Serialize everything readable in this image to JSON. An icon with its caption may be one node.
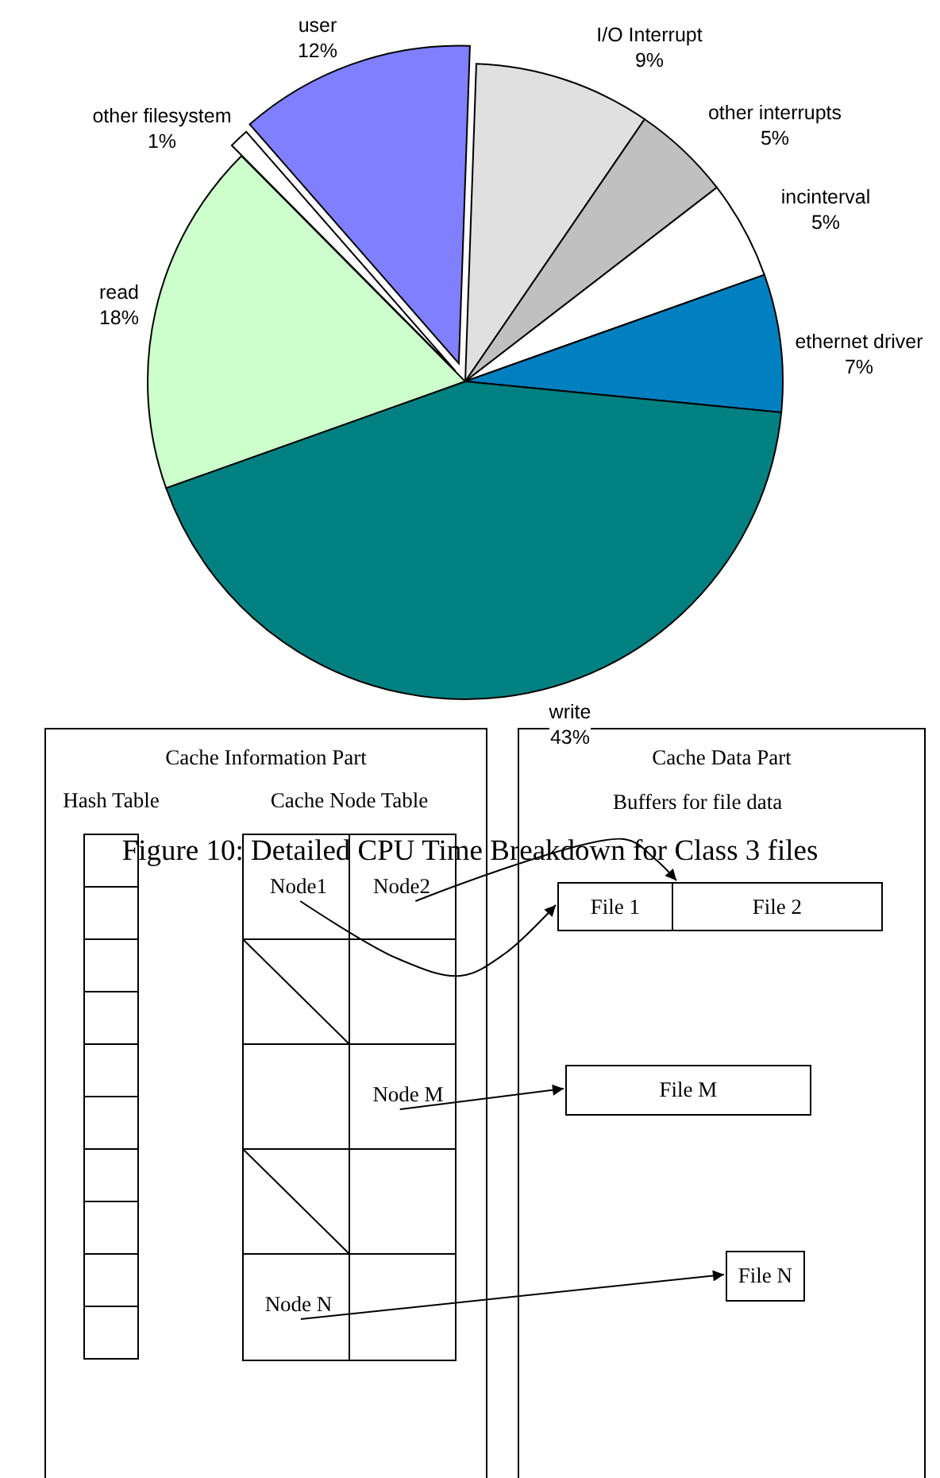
{
  "diagram": {
    "caption": "Figure 10: Detailed CPU Time Breakdown for Class 3 files",
    "nodes": [
      {
        "text": [
          "Cache Information Part"
        ]
      },
      {
        "text": [
          "Cache Data Part"
        ]
      },
      {
        "text": [
          "Hash Table"
        ],
        "in": 0
      },
      {
        "text": [
          "Cache Node Table"
        ],
        "in": 0
      },
      {
        "text": [
          "Node1"
        ],
        "in": 3
      },
      {
        "text": [
          "Node2"
        ],
        "in": 3
      },
      {
        "text": [
          "Node M"
        ],
        "in": 3
      },
      {
        "text": [
          "Node N"
        ],
        "in": 3
      },
      {
        "text": [
          "File 1"
        ],
        "in": 1
      },
      {
        "text": [
          "File 2"
        ],
        "in": 1
      },
      {
        "text": [
          "File M"
        ],
        "in": 1
      },
      {
        "text": [
          "File N"
        ],
        "in": 1
      }
    ],
    "edges": [
      {
        "from": 4,
        "to": 8,
        "arrow": "to"
      },
      {
        "from": 5,
        "to": 9,
        "arrow": "to"
      },
      {
        "from": 6,
        "to": 10,
        "arrow": "to"
      },
      {
        "from": 7,
        "to": 11,
        "arrow": "to"
      }
    ],
    "labels": [
      "Buffers for file data"
    ],
    "chart_data": {
      "type": "pie",
      "categories": [
        "I/O Interrupt",
        "other interrupts",
        "incinterval",
        "ethernet driver",
        "write",
        "read",
        "other filesystem",
        "user"
      ],
      "series": [
        {
          "name": null,
          "color": null,
          "values": [
            9,
            5,
            5,
            7,
            43,
            18,
            1,
            12
          ]
        }
      ],
      "colors": [
        "#e0e0e0",
        "#c0c0c0",
        "#ffffff",
        "#0080c0",
        "#008080",
        "#ccffcc",
        "#ffffff",
        "#8080ff"
      ],
      "value_labels": [
        "9%",
        "5%",
        "5%",
        "7%",
        "43%",
        "18%",
        "1%",
        "12%"
      ]
    }
  }
}
